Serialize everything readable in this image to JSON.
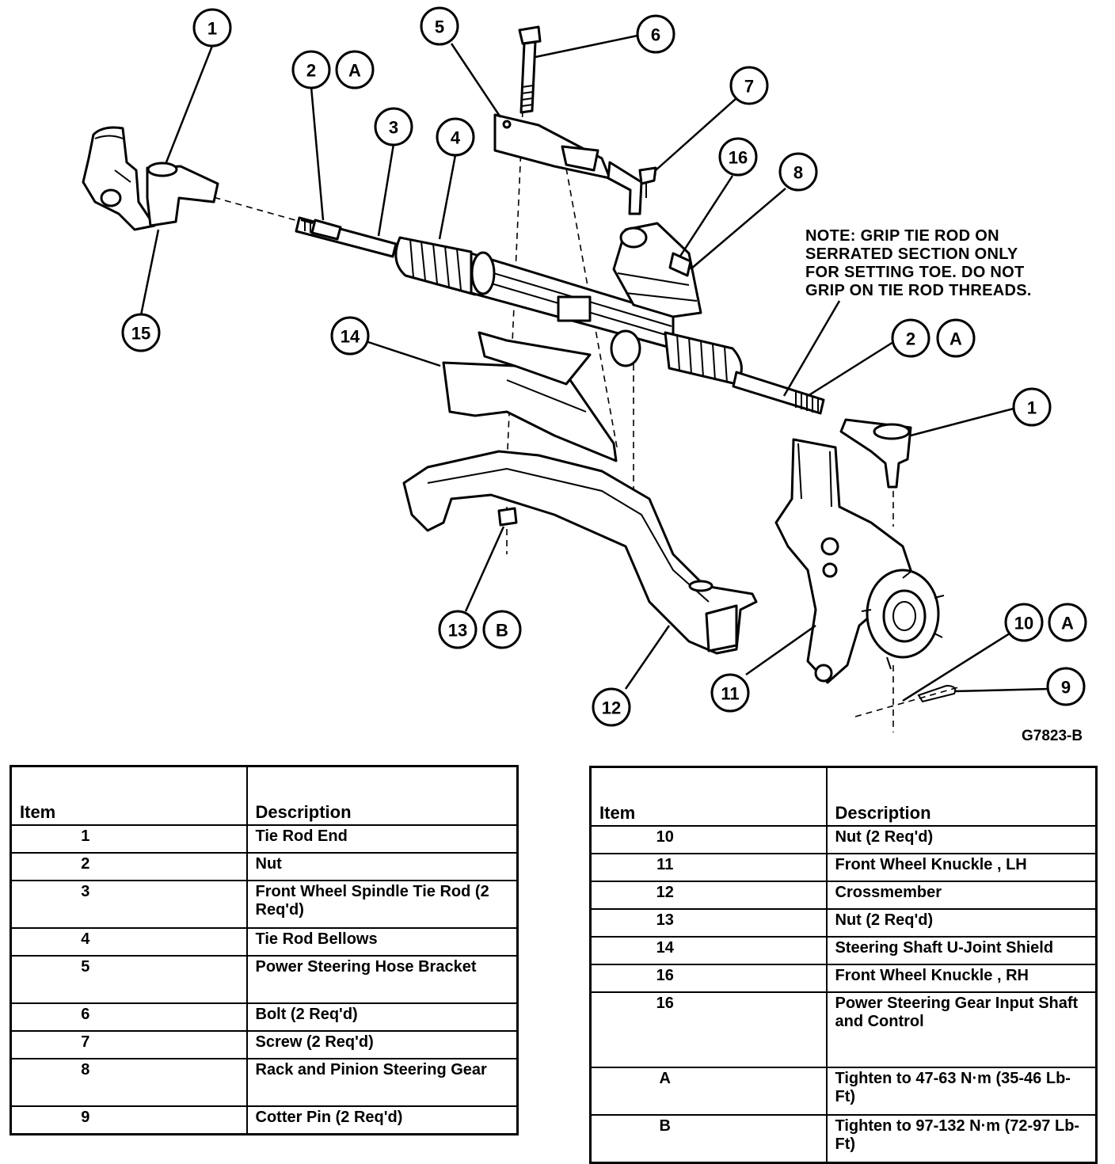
{
  "figure_code": "G7823-B",
  "note": "NOTE: GRIP TIE ROD ON\nSERRATED SECTION ONLY\nFOR SETTING TOE. DO NOT\nGRIP ON TIE ROD THREADS.",
  "callouts": [
    "1",
    "2",
    "A",
    "3",
    "4",
    "5",
    "6",
    "7",
    "16",
    "8",
    "15",
    "14",
    "2",
    "A",
    "1",
    "13",
    "B",
    "12",
    "11",
    "10",
    "A",
    "9"
  ],
  "table_left": {
    "headers": {
      "item": "Item",
      "description": "Description"
    },
    "rows": [
      {
        "item": "1",
        "description": "Tie Rod End"
      },
      {
        "item": "2",
        "description": "Nut"
      },
      {
        "item": "3",
        "description": "Front Wheel Spindle Tie Rod (2 Req'd)"
      },
      {
        "item": "4",
        "description": "Tie Rod Bellows"
      },
      {
        "item": "5",
        "description": "Power Steering Hose Bracket"
      },
      {
        "item": "6",
        "description": "Bolt (2 Req'd)"
      },
      {
        "item": "7",
        "description": "Screw (2 Req'd)"
      },
      {
        "item": "8",
        "description": "Rack and Pinion Steering Gear"
      },
      {
        "item": "9",
        "description": "Cotter Pin (2 Req'd)"
      }
    ]
  },
  "table_right": {
    "headers": {
      "item": "Item",
      "description": "Description"
    },
    "rows": [
      {
        "item": "10",
        "description": "Nut (2 Req'd)"
      },
      {
        "item": "11",
        "description": "Front Wheel Knuckle , LH"
      },
      {
        "item": "12",
        "description": "Crossmember"
      },
      {
        "item": "13",
        "description": "Nut (2 Req'd)"
      },
      {
        "item": "14",
        "description": "Steering Shaft U-Joint Shield"
      },
      {
        "item": "16",
        "description": "Front Wheel Knuckle , RH"
      },
      {
        "item": "16",
        "description": "Power Steering Gear Input Shaft and Control"
      },
      {
        "item": "A",
        "description": "Tighten to 47-63 N·m (35-46 Lb-Ft)"
      },
      {
        "item": "B",
        "description": "Tighten to 97-132 N·m (72-97 Lb-Ft)"
      }
    ]
  }
}
